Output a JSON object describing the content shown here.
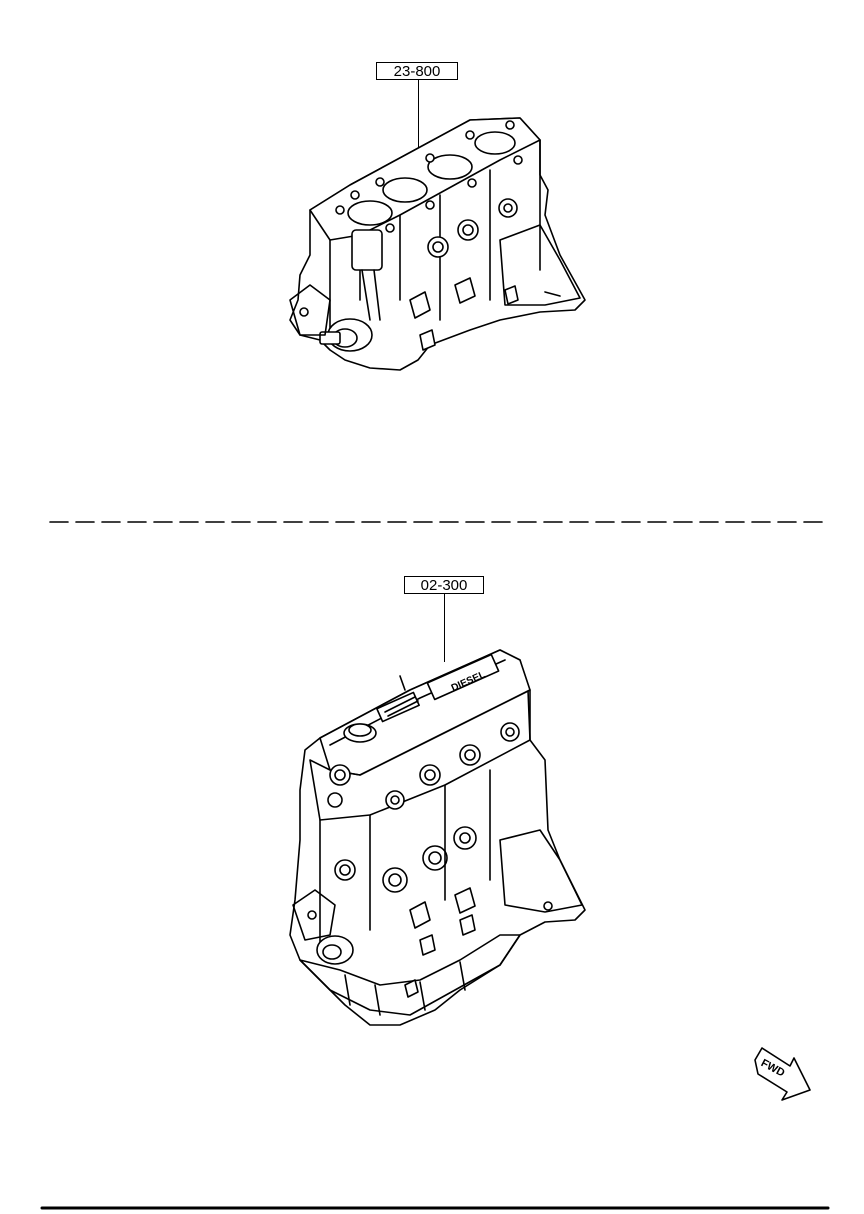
{
  "callouts": {
    "short_block": "23-800",
    "complete_engine": "02-300"
  },
  "direction_arrow": {
    "label": "FWD"
  },
  "engine_marking": "DIESEL"
}
